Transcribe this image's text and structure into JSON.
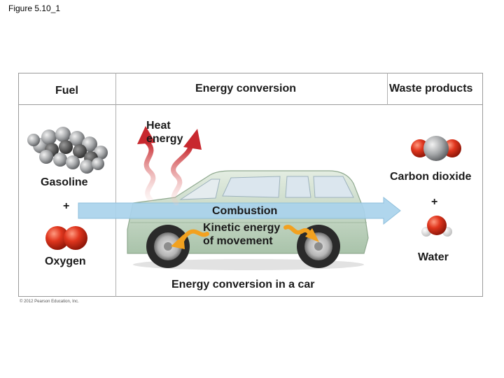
{
  "figure_title": "Figure 5.10_1",
  "headers": {
    "fuel": "Fuel",
    "energy_conversion": "Energy conversion",
    "waste_products": "Waste products"
  },
  "labels": {
    "gasoline": "Gasoline",
    "plus_left": "+",
    "oxygen": "Oxygen",
    "heat_energy_line1": "Heat",
    "heat_energy_line2": "energy",
    "combustion": "Combustion",
    "kinetic_line1": "Kinetic energy",
    "kinetic_line2": "of movement",
    "carbon_dioxide": "Carbon dioxide",
    "plus_right": "+",
    "water": "Water",
    "caption": "Energy conversion in a car"
  },
  "copyright": "© 2012 Pearson Education, Inc.",
  "colors": {
    "arrow_fill": "#a9d3ec",
    "heat_arrow": "#c8282e",
    "kinetic_arrow": "#f2a11f",
    "car_body": "#c9dcc9",
    "oxygen_atom": "#d4301e",
    "carbon_atom": "#8d8f91",
    "hydrogen_atom": "#f4f4f4"
  },
  "icons": [
    "gasoline-molecule-icon",
    "oxygen-molecule-icon",
    "carbon-dioxide-molecule-icon",
    "water-molecule-icon",
    "car-icon",
    "heat-arrow-icon",
    "kinetic-arrow-icon"
  ]
}
